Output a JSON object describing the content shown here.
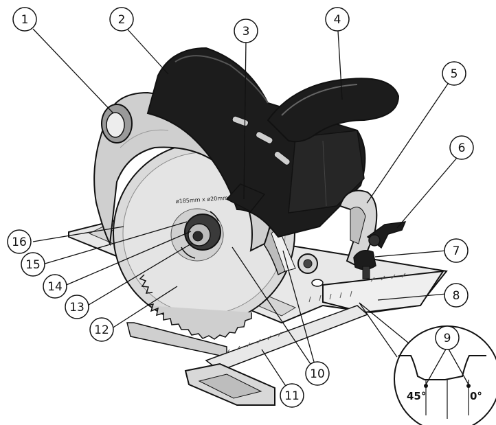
{
  "callouts": [
    "1",
    "2",
    "3",
    "4",
    "5",
    "6",
    "7",
    "8",
    "9",
    "10",
    "11",
    "12",
    "13",
    "14",
    "15",
    "16"
  ],
  "blade_marking": "ø185mm x ø20mm x",
  "inset": {
    "angle_left": "45°",
    "angle_right": "0°"
  },
  "colors": {
    "body_dark": "#1c1c1c",
    "body_light": "#cfcfcf",
    "metal": "#e6e6e6",
    "outline": "#111111"
  }
}
